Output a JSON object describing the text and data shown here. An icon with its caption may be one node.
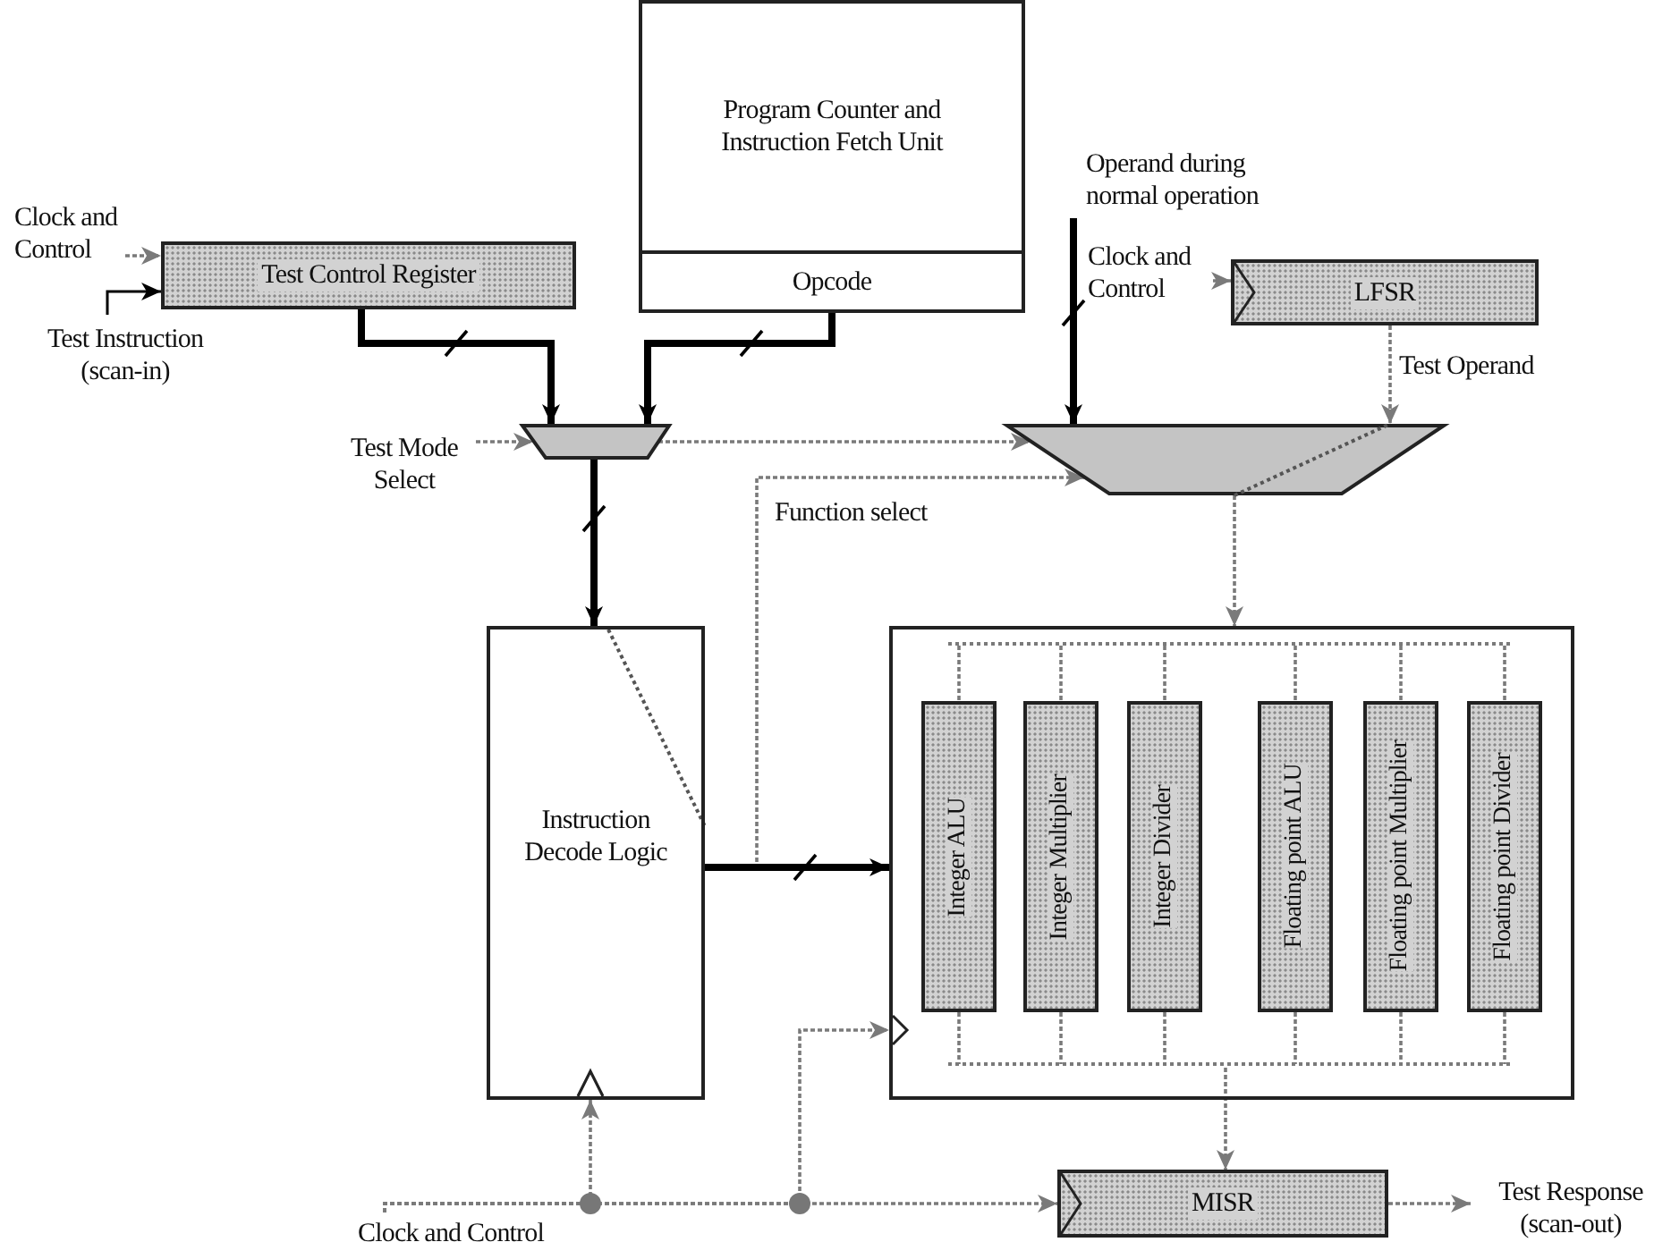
{
  "diagram": {
    "nodes": [
      {
        "text": [
          "Clock and Control"
        ]
      },
      {
        "text": [
          "Test Instruction (scan-in)"
        ]
      },
      {
        "text": [
          "Test Control Register"
        ]
      },
      {
        "text": [
          "Program Counter and Instruction Fetch Unit",
          "Opcode"
        ]
      },
      {
        "text": [
          "Test Mode Select"
        ]
      },
      {
        "text": [],
        "shape": "trapezoid"
      },
      {
        "text": [
          "Operand during normal operation"
        ]
      },
      {
        "text": [
          "Clock and Control"
        ]
      },
      {
        "text": [
          "LFSR"
        ]
      },
      {
        "text": [],
        "shape": "trapezoid"
      },
      {
        "text": [
          "Instruction Decode Logic"
        ]
      },
      {
        "text": [],
        "shape": "box"
      },
      {
        "text": [
          "Integer ALU"
        ],
        "in": 11
      },
      {
        "text": [
          "Integer Multiplier"
        ],
        "in": 11
      },
      {
        "text": [
          "Integer Divider"
        ],
        "in": 11
      },
      {
        "text": [
          "Floating point ALU"
        ],
        "in": 11
      },
      {
        "text": [
          "Floating point Multiplier"
        ],
        "in": 11
      },
      {
        "text": [
          "Floating point Divider"
        ],
        "in": 11
      },
      {
        "text": [
          "MISR"
        ]
      },
      {
        "text": [
          "Clock and Control"
        ]
      },
      {
        "text": [
          "Test Response (scan-out)"
        ]
      },
      {
        "text": [],
        "shape": "bar",
        "in": 11
      },
      {
        "text": [],
        "shape": "bar",
        "in": 11
      }
    ],
    "edges": [
      {
        "from": 0,
        "to": 2,
        "arrow": "to",
        "style": "dashed"
      },
      {
        "from": 1,
        "to": 2,
        "arrow": "to",
        "color": "#000000"
      },
      {
        "from": 2,
        "to": 5,
        "arrow": "to",
        "style": "thick",
        "color": "#000000"
      },
      {
        "from": 3,
        "to": 5,
        "arrow": "to",
        "style": "thick",
        "color": "#000000"
      },
      {
        "from": 4,
        "to": 5,
        "arrow": "to",
        "style": "dashed"
      },
      {
        "from": 5,
        "to": 9,
        "arrow": "to",
        "style": "dashed"
      },
      {
        "from": 6,
        "to": 9,
        "arrow": "to",
        "style": "thick",
        "color": "#000000"
      },
      {
        "from": 7,
        "to": 8,
        "arrow": "to",
        "style": "dashed"
      },
      {
        "from": 8,
        "to": 9,
        "arrow": "to",
        "style": "dashed"
      },
      {
        "from": 5,
        "to": 10,
        "arrow": "to",
        "style": "thick",
        "color": "#000000"
      },
      {
        "from": 10,
        "to": 9,
        "arrow": "to",
        "label": "Function select",
        "style": "dashed"
      },
      {
        "from": 10,
        "to": 11,
        "arrow": "to",
        "style": "thick",
        "color": "#000000"
      },
      {
        "from": 9,
        "to": 11,
        "arrow": "to",
        "style": "dashed"
      },
      {
        "from": 22,
        "to": 18,
        "arrow": "to",
        "style": "dashed"
      },
      {
        "from": 19,
        "to": 10,
        "arrow": "to",
        "style": "dashed"
      },
      {
        "from": 19,
        "to": 11,
        "arrow": "to",
        "style": "dashed"
      },
      {
        "from": 19,
        "to": 18,
        "arrow": "to",
        "style": "dashed"
      },
      {
        "from": 18,
        "to": 20,
        "arrow": "to",
        "style": "dashed"
      },
      {
        "from": 21,
        "to": 12,
        "arrow": "none",
        "style": "dashed"
      },
      {
        "from": 21,
        "to": 13,
        "arrow": "none",
        "style": "dashed"
      },
      {
        "from": 21,
        "to": 14,
        "arrow": "none",
        "style": "dashed"
      },
      {
        "from": 21,
        "to": 15,
        "arrow": "none",
        "style": "dashed"
      },
      {
        "from": 21,
        "to": 16,
        "arrow": "none",
        "style": "dashed"
      },
      {
        "from": 21,
        "to": 17,
        "arrow": "none",
        "style": "dashed"
      },
      {
        "from": 12,
        "to": 22,
        "arrow": "none",
        "style": "dashed"
      },
      {
        "from": 13,
        "to": 22,
        "arrow": "none",
        "style": "dashed"
      },
      {
        "from": 14,
        "to": 22,
        "arrow": "none",
        "style": "dashed"
      },
      {
        "from": 15,
        "to": 22,
        "arrow": "none",
        "style": "dashed"
      },
      {
        "from": 16,
        "to": 22,
        "arrow": "none",
        "style": "dashed"
      },
      {
        "from": 17,
        "to": 22,
        "arrow": "none",
        "style": "dashed"
      }
    ],
    "labels": [
      "Test Operand"
    ]
  }
}
